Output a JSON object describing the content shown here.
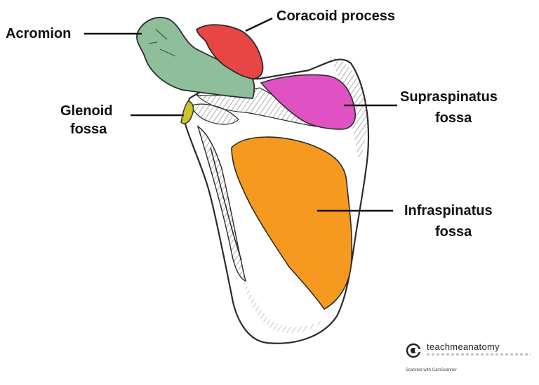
{
  "labels": {
    "acromion": "Acromion",
    "coracoid": "Coracoid process",
    "glenoid_line1": "Glenoid",
    "glenoid_line2": "fossa",
    "supraspinatus_line1": "Supraspinatus",
    "supraspinatus_line2": "fossa",
    "infraspinatus_line1": "Infraspinatus",
    "infraspinatus_line2": "fossa"
  },
  "colors": {
    "acromion": "#8fbf9a",
    "coracoid": "#e84545",
    "supraspinatus": "#e052c4",
    "infraspinatus": "#f59a1e",
    "glenoid": "#c9c42a",
    "bone_outline": "#2b2b2b",
    "shading": "#9a9a9a"
  },
  "branding": {
    "name": "teachmeanatomy",
    "scanner_note": "Scanned with CamScanner"
  }
}
